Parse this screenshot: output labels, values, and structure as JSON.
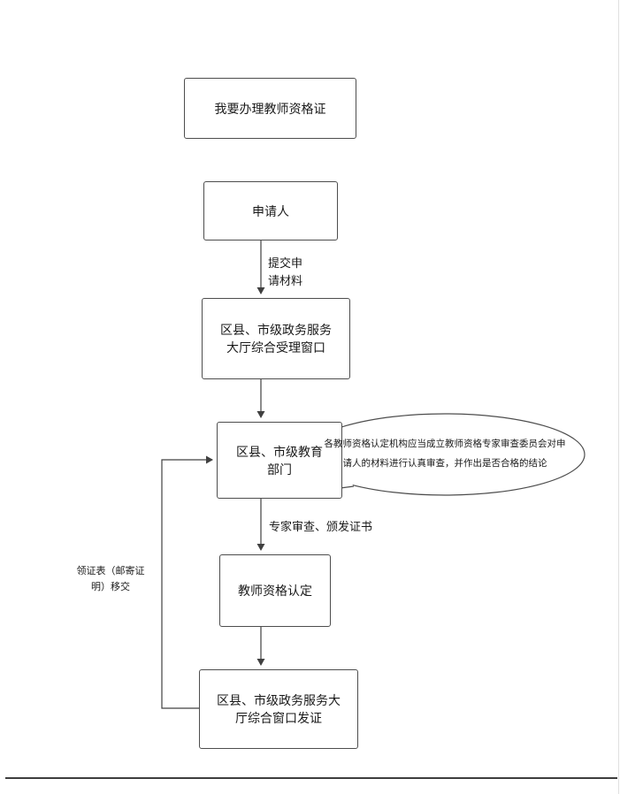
{
  "diagram": {
    "nodes": {
      "title": {
        "label": "我要办理教师资格证"
      },
      "applicant": {
        "label": "申请人"
      },
      "acceptance_window": {
        "label": "区县、市级政务服务大厅综合受理窗口"
      },
      "education_dept": {
        "label": "区县、市级教育部门"
      },
      "qualification": {
        "label": "教师资格认定"
      },
      "issuance_window": {
        "label": "区县、市级政务服务大厅综合窗口发证"
      }
    },
    "edge_labels": {
      "submit": "提交申请材料",
      "review": "专家审查、颁发证书",
      "transfer": "领证表（邮寄证明）移交"
    },
    "callout": {
      "text": "各教师资格认定机构应当成立教师资格专家审查委员会对申请人的材料进行认真审查，并作出是否合格的结论"
    },
    "colors": {
      "line": "#404040",
      "node_border": "#4d4d4d",
      "background": "#ffffff"
    }
  }
}
